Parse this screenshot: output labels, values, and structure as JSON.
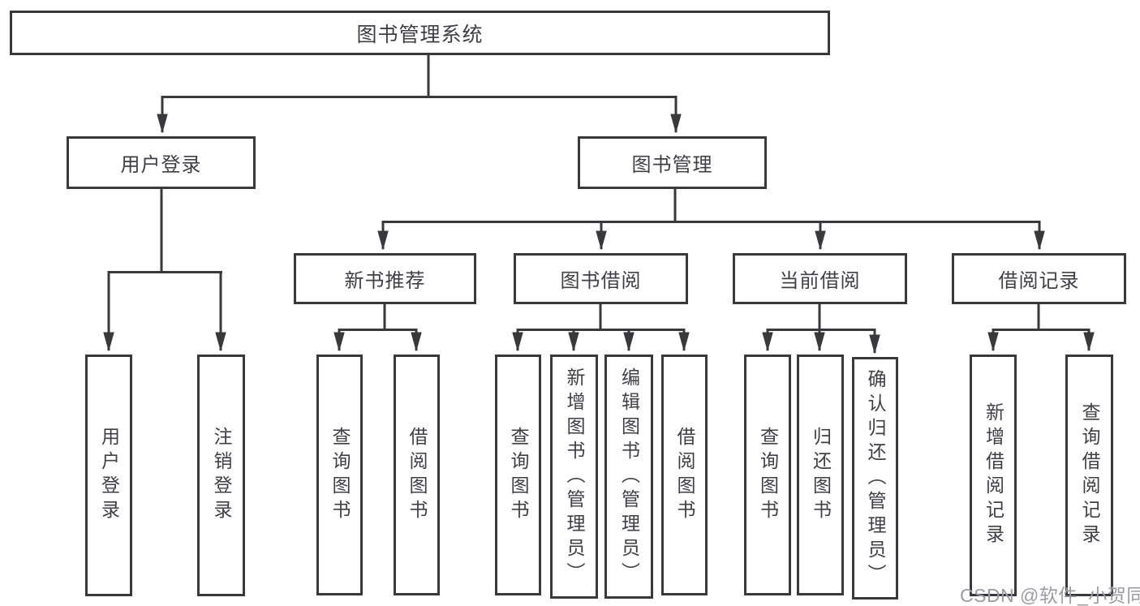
{
  "diagram": {
    "title": "图书管理系统",
    "type": "tree",
    "nodes": {
      "root": {
        "label": "图书管理系统"
      },
      "login": {
        "label": "用户登录"
      },
      "mgmt": {
        "label": "图书管理"
      },
      "login_user": {
        "label": "用户登录"
      },
      "login_logout": {
        "label": "注销登录"
      },
      "rec": {
        "label": "新书推荐"
      },
      "borrow": {
        "label": "图书借阅"
      },
      "current": {
        "label": "当前借阅"
      },
      "record": {
        "label": "借阅记录"
      },
      "rec_query": {
        "label": "查询图书"
      },
      "rec_borrow": {
        "label": "借阅图书"
      },
      "borrow_query": {
        "label": "查询图书"
      },
      "borrow_add": {
        "label": "新增图书（管理员）"
      },
      "borrow_edit": {
        "label": "编辑图书（管理员）"
      },
      "borrow_borrow": {
        "label": "借阅图书"
      },
      "current_query": {
        "label": "查询图书"
      },
      "current_return": {
        "label": "归还图书"
      },
      "current_confirm": {
        "label": "确认归还（管理员）"
      },
      "record_add": {
        "label": "新增借阅记录"
      },
      "record_query": {
        "label": "查询借阅记录"
      }
    },
    "edges": [
      [
        "root",
        "login"
      ],
      [
        "root",
        "mgmt"
      ],
      [
        "login",
        "login_user"
      ],
      [
        "login",
        "login_logout"
      ],
      [
        "mgmt",
        "rec"
      ],
      [
        "mgmt",
        "borrow"
      ],
      [
        "mgmt",
        "current"
      ],
      [
        "mgmt",
        "record"
      ],
      [
        "rec",
        "rec_query"
      ],
      [
        "rec",
        "rec_borrow"
      ],
      [
        "borrow",
        "borrow_query"
      ],
      [
        "borrow",
        "borrow_add"
      ],
      [
        "borrow",
        "borrow_edit"
      ],
      [
        "borrow",
        "borrow_borrow"
      ],
      [
        "current",
        "current_query"
      ],
      [
        "current",
        "current_return"
      ],
      [
        "current",
        "current_confirm"
      ],
      [
        "record",
        "record_add"
      ],
      [
        "record",
        "record_query"
      ]
    ]
  },
  "watermark": {
    "text": "CSDN @软件_小贺同学"
  },
  "colors": {
    "line": "#38393d",
    "ink": "#3f4046",
    "background": "#ffffff",
    "watermark": "#9b9ca3"
  }
}
